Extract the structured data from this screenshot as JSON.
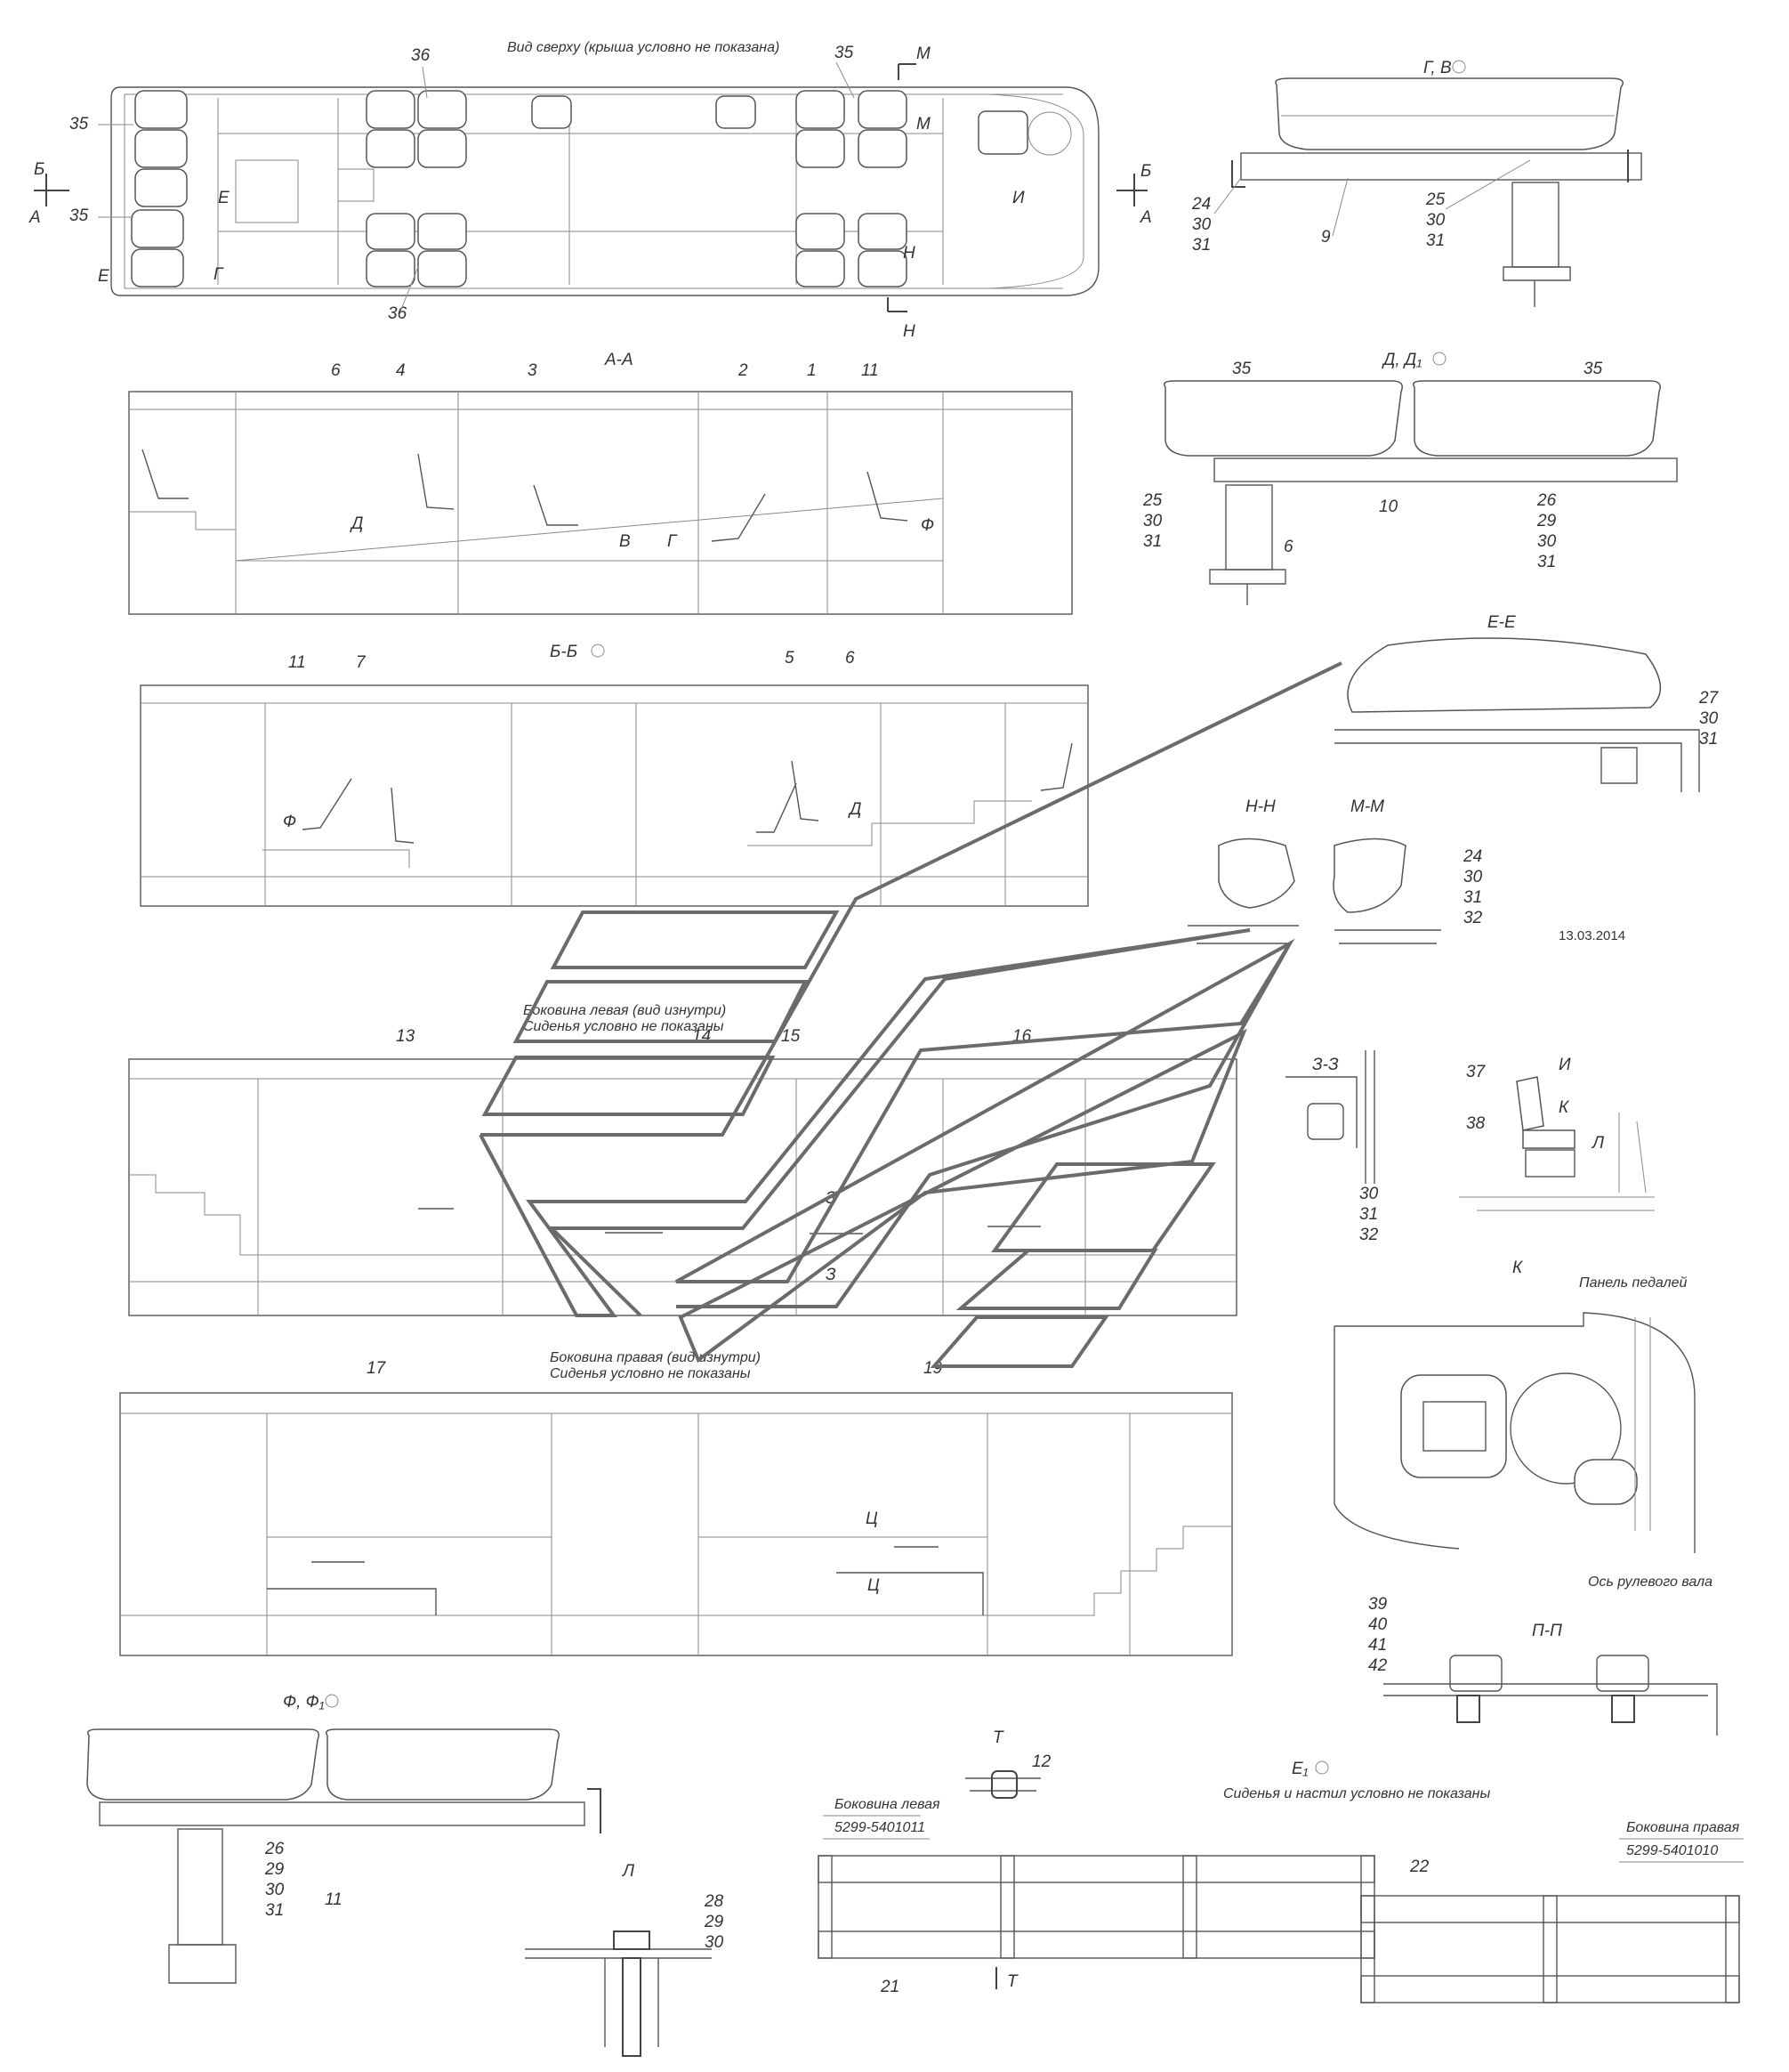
{
  "drawing": {
    "date": "13.03.2014",
    "views": {
      "top": "Вид сверху (крыша условно не показана)",
      "aa": "А-А",
      "bb": "Б-Б",
      "gv": "Г, В",
      "dd": "Д, Д₁",
      "ee": "Е-Е",
      "nn": "Н-Н",
      "mm": "М-М",
      "zz": "З-З",
      "i": "И",
      "k": "К",
      "pp": "П-П",
      "ff": "Ф, Ф₁",
      "t": "Т",
      "l": "Л",
      "e1": "Е₁"
    },
    "notes": {
      "side_left": "Боковина левая (вид изнутри)",
      "side_right": "Боковина правая (вид изнутри)",
      "seats_hidden": "Сиденья условно не показаны",
      "e1_note": "Сиденья и настил условно не показаны",
      "pedal_panel": "Панель педалей",
      "steering_axis": "Ось рулевого вала"
    },
    "parts": {
      "side_left": "Боковина левая",
      "side_left_no": "5299-5401011",
      "side_right": "Боковина правая",
      "side_right_no": "5299-5401010"
    },
    "section_letters": [
      "А",
      "Б",
      "Е",
      "Е",
      "Г",
      "И",
      "Н",
      "Н",
      "М",
      "М",
      "Б",
      "А",
      "В",
      "Г",
      "Д",
      "Ф",
      "Ф",
      "Д",
      "З",
      "З",
      "Ц",
      "Ц",
      "К",
      "Л",
      "П",
      "Т",
      "Т"
    ],
    "labels": [
      "1",
      "2",
      "3",
      "4",
      "5",
      "6",
      "7",
      "9",
      "10",
      "11",
      "12",
      "13",
      "14",
      "15",
      "16",
      "17",
      "19",
      "21",
      "22",
      "24",
      "25",
      "26",
      "27",
      "28",
      "29",
      "30",
      "31",
      "32",
      "35",
      "36",
      "37",
      "38",
      "39",
      "40",
      "41",
      "42"
    ]
  },
  "callouts": {
    "top_35a": "35",
    "top_35b": "35",
    "top_35c": "35",
    "top_36a": "36",
    "top_36b": "36",
    "aa_6": "6",
    "aa_4": "4",
    "aa_3": "3",
    "aa_2": "2",
    "aa_1": "1",
    "aa_11": "11",
    "bb_11": "11",
    "bb_7": "7",
    "bb_5": "5",
    "bb_6": "6",
    "gv_9": "9",
    "gv_s1": [
      "24",
      "30",
      "31"
    ],
    "gv_s2": [
      "25",
      "30",
      "31"
    ],
    "dd_35a": "35",
    "dd_35b": "35",
    "dd_10": "10",
    "dd_6": "6",
    "dd_s1": [
      "25",
      "30",
      "31"
    ],
    "dd_s2": [
      "26",
      "29",
      "30",
      "31"
    ],
    "ee_s": [
      "27",
      "30",
      "31"
    ],
    "mm_s": [
      "24",
      "30",
      "31",
      "32"
    ],
    "zz_s": [
      "30",
      "31",
      "32"
    ],
    "i_37": "37",
    "i_38": "38",
    "left_13": "13",
    "left_14": "14",
    "left_15": "15",
    "left_16": "16",
    "right_17": "17",
    "right_19": "19",
    "pp_s": [
      "39",
      "40",
      "41",
      "42"
    ],
    "ff_s": [
      "26",
      "29",
      "30",
      "31"
    ],
    "ff_11": "11",
    "t_12": "12",
    "l_s": [
      "28",
      "29",
      "30"
    ],
    "e1_21": "21",
    "e1_22": "22"
  }
}
